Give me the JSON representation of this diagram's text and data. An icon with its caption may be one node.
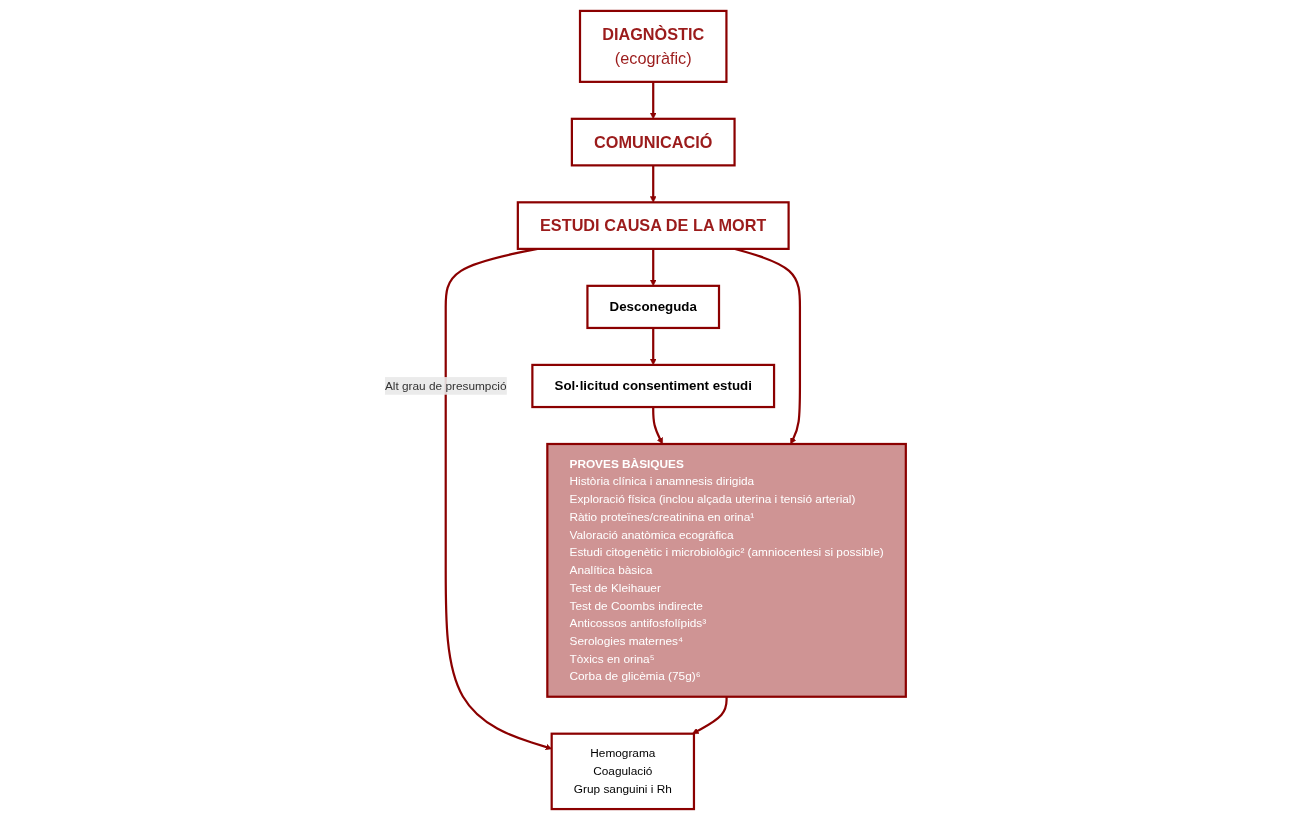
{
  "diagram": {
    "nodes": [
      {
        "text": [
          "DIAGNÒSTIC",
          "(ecogràfic)"
        ]
      },
      {
        "text": [
          "COMUNICACIÓ"
        ]
      },
      {
        "text": [
          "ESTUDI CAUSA DE LA MORT"
        ]
      },
      {
        "text": [
          "Desconeguda"
        ]
      },
      {
        "text": [
          "Sol·licitud consentiment estudi"
        ]
      },
      {
        "text": [
          "PROVES BÀSIQUES",
          "Història clínica i anamnesis dirigida",
          "Exploració física (inclou alçada uterina i tensió arterial)",
          "Ràtio proteïnes/creatinina en orina¹",
          "Valoració anatòmica ecogràfica",
          "Estudi citogenètic i microbiològic² (amniocentesi si possible)",
          "Analítica bàsica",
          "Test de Kleihauer",
          "Test de Coombs indirecte",
          "Anticossos antifosfolípids³",
          "Serologies maternes⁴",
          "Tòxics en orina⁵",
          "Corba de glicèmia (75g)⁶"
        ]
      },
      {
        "text": [
          "Hemograma",
          "Coagulació",
          "Grup sanguini i Rh"
        ]
      }
    ],
    "edges": [
      {
        "from": 0,
        "to": 1,
        "arrow": "to"
      },
      {
        "from": 1,
        "to": 2,
        "arrow": "to"
      },
      {
        "from": 2,
        "to": 3,
        "arrow": "to"
      },
      {
        "from": 3,
        "to": 4,
        "arrow": "to"
      },
      {
        "from": 4,
        "to": 5,
        "arrow": "to"
      },
      {
        "from": 2,
        "to": 5,
        "arrow": "to"
      },
      {
        "from": 2,
        "to": 6,
        "label": "Alt grau de presumpció",
        "arrow": "to"
      },
      {
        "from": 5,
        "to": 6,
        "arrow": "to"
      }
    ]
  }
}
